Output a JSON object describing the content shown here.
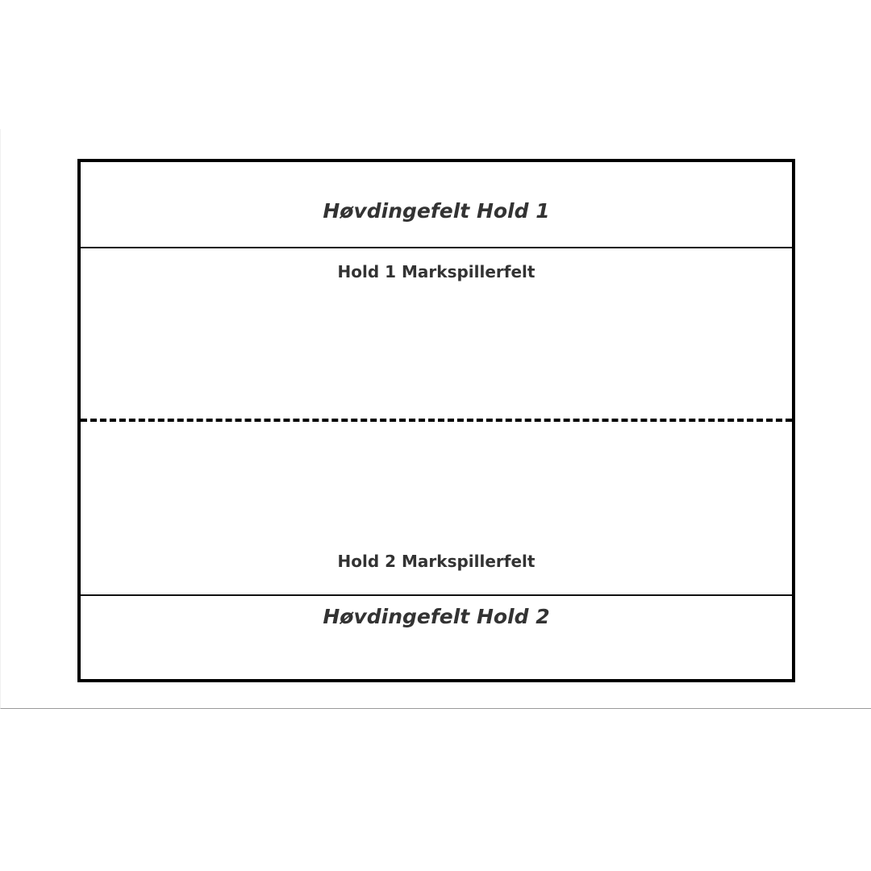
{
  "field": {
    "chief_zone_team1": "Høvdingefelt Hold 1",
    "field_zone_team1": "Hold 1 Markspillerfelt",
    "field_zone_team2": "Hold 2 Markspillerfelt",
    "chief_zone_team2": "Høvdingefelt Hold 2"
  }
}
